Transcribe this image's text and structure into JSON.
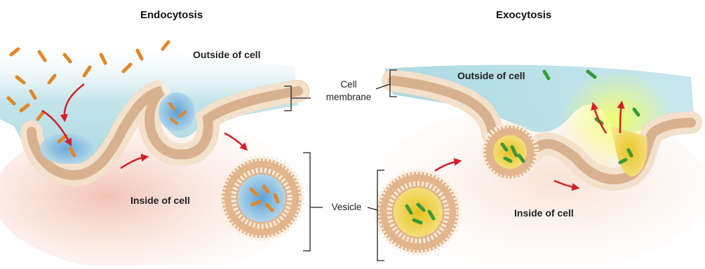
{
  "titles": {
    "left": "Endocytosis",
    "right": "Exocytosis"
  },
  "labels": {
    "outside_left": "Outside of cell",
    "outside_right": "Outside of cell",
    "inside_left": "Inside of cell",
    "inside_right": "Inside of cell",
    "cell_membrane_line1": "Cell",
    "cell_membrane_line2": "membrane",
    "vesicle": "Vesicle"
  },
  "colors": {
    "outside_fluid": "#a8d7e0",
    "cytoplasm": "#f6d9c6",
    "membrane": "#e2b58d",
    "head": "#f8ecdc",
    "particle_orange": "#e2862a",
    "particle_green": "#3a9a3a",
    "vesicle_blue": "#7fb6dc",
    "vesicle_yellow": "#f3d64a",
    "arrow": "#d32026"
  }
}
